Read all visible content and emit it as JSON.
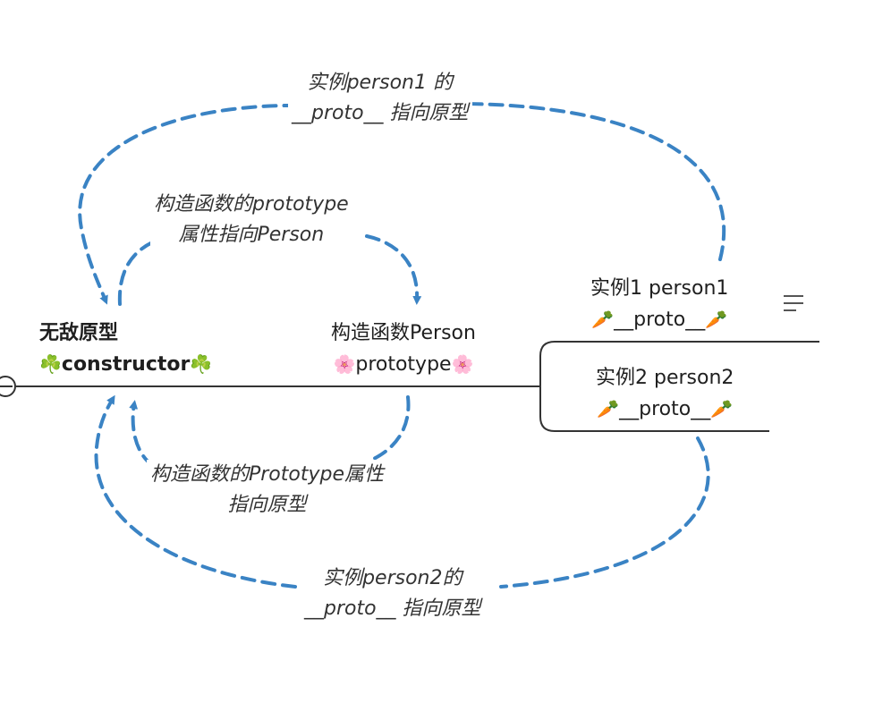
{
  "nodes": {
    "prototype_node": {
      "title": "无敌原型",
      "subtitle": "constructor",
      "emoji_left": "☘️",
      "emoji_right": "☘️"
    },
    "constructor_node": {
      "title": "构造函数Person",
      "subtitle": "prototype",
      "emoji_left": "🌸",
      "emoji_right": "🌸"
    },
    "instance1_node": {
      "title": "实例1 person1",
      "subtitle": "__proto__",
      "emoji_left": "🥕",
      "emoji_right": "🥕"
    },
    "instance2_node": {
      "title": "实例2 person2",
      "subtitle": "__proto__",
      "emoji_left": "🥕",
      "emoji_right": "🥕"
    }
  },
  "edge_labels": {
    "person1_proto": [
      "实例person1 的",
      "__proto__ 指向原型"
    ],
    "constructor_prototype": [
      "构造函数的prototype",
      "属性指向Person"
    ],
    "prototype_attr": [
      "构造函数的Prototype属性",
      "指向原型"
    ],
    "person2_proto": [
      "实例person2的",
      "__proto__ 指向原型"
    ]
  },
  "colors": {
    "arrow": "#3a83c4",
    "line": "#333333"
  },
  "icons": {
    "menu": "hamburger-menu-icon",
    "collapse": "collapse-circle-icon"
  }
}
